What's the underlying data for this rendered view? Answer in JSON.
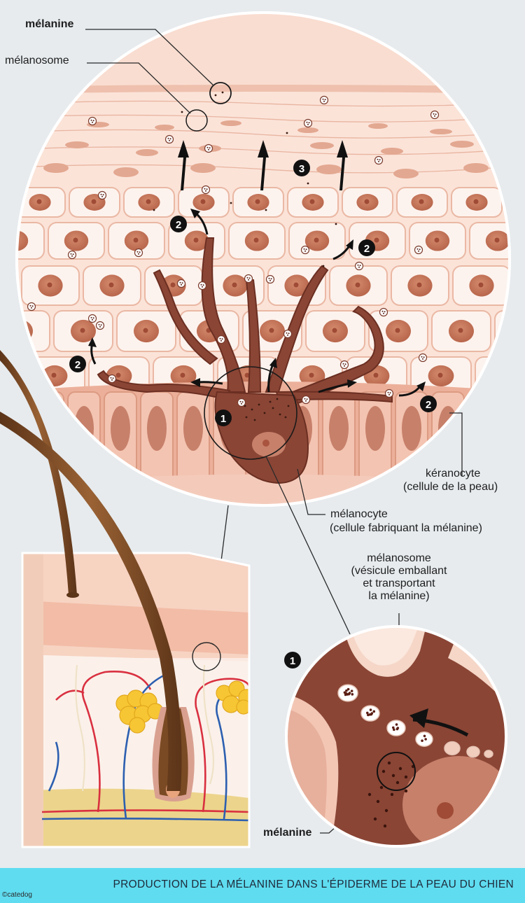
{
  "labels": {
    "melanine_top": "mélanine",
    "melanosome_top": "mélanosome",
    "keratinocyte_name": "kéranocyte",
    "keratinocyte_desc": "(cellule de la peau)",
    "melanocyte_name": "mélanocyte",
    "melanocyte_desc": "(cellule fabriquant la mélanine)",
    "melanosome_detail_1": "mélanosome",
    "melanosome_detail_2": "(vésicule emballant",
    "melanosome_detail_3": "et transportant",
    "melanosome_detail_4": "la mélanine)",
    "melanine_bottom": "mélanine"
  },
  "steps": {
    "one": "1",
    "two": "2",
    "three": "3"
  },
  "footer": {
    "title": "PRODUCTION DE LA MÉLANINE DANS L'ÉPIDERME DE LA PEAU DU CHIEN",
    "credit": "©catedog"
  },
  "colors": {
    "background": "#e7ebee",
    "banner": "#5fdcf0",
    "skin_light": "#fbe6dc",
    "skin_mid": "#f2b9a4",
    "nucleus": "#c77a5e",
    "melanocyte": "#8a4535",
    "hair": "#7a4a24",
    "fat": "#f7c634",
    "artery": "#d93040",
    "vein": "#2c5fb0"
  }
}
